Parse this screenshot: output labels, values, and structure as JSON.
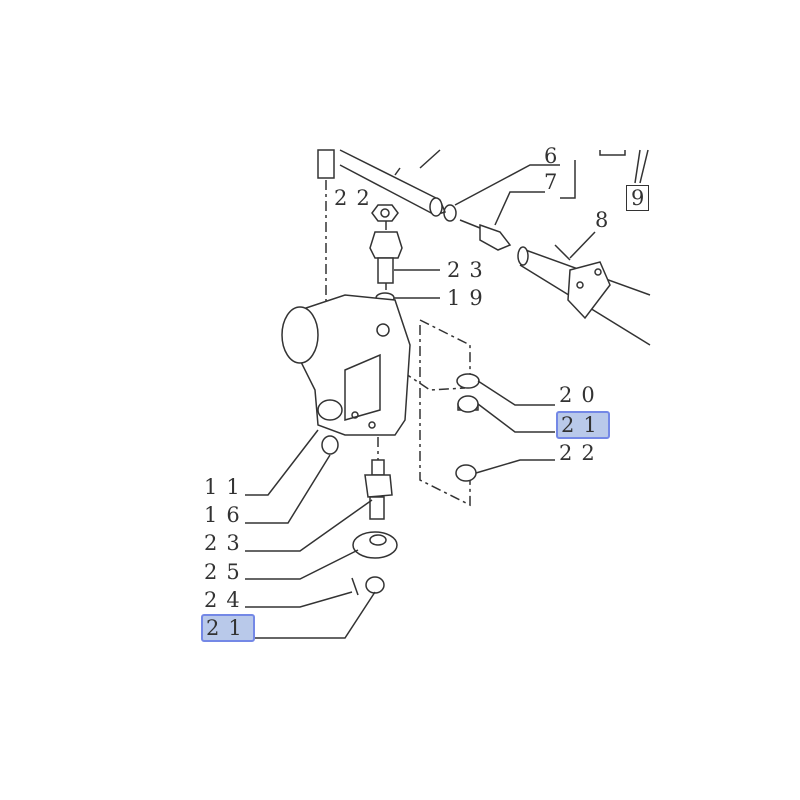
{
  "diagram": {
    "callouts": [
      {
        "id": "c6",
        "text": "6"
      },
      {
        "id": "c7",
        "text": "7"
      },
      {
        "id": "c8",
        "text": "8"
      },
      {
        "id": "c9",
        "text": "9"
      },
      {
        "id": "c22a",
        "text": "22"
      },
      {
        "id": "c23a",
        "text": "23"
      },
      {
        "id": "c19",
        "text": "19"
      },
      {
        "id": "c20",
        "text": "20"
      },
      {
        "id": "c21a",
        "text": "21",
        "highlighted": true
      },
      {
        "id": "c22b",
        "text": "22"
      },
      {
        "id": "c11",
        "text": "11"
      },
      {
        "id": "c16",
        "text": "16"
      },
      {
        "id": "c23b",
        "text": "23"
      },
      {
        "id": "c25",
        "text": "25"
      },
      {
        "id": "c24",
        "text": "24"
      },
      {
        "id": "c21b",
        "text": "21",
        "highlighted": true
      }
    ],
    "highlight_fill": "#b9c9ea",
    "highlight_border": "#7488e6"
  }
}
